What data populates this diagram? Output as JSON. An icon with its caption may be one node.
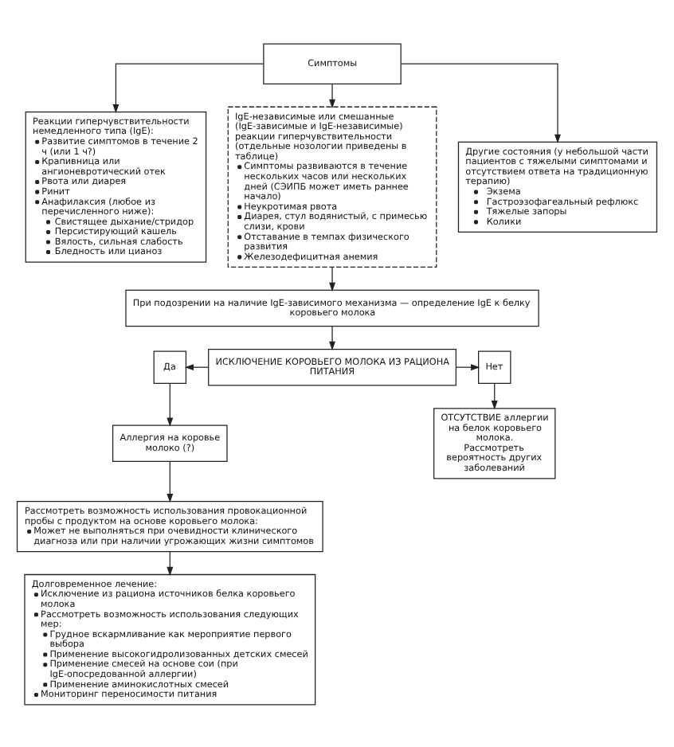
{
  "diagram": {
    "nodes": [
      {
        "text": [
          "Симптомы"
        ]
      },
      {
        "text": [
          "Реакции гиперчувствительности немедленного типа (IgE):",
          "Развитие симптомов в течение 2 ч (или 1 ч?)",
          "Крапивница или ангионевротический отек",
          "Рвота или диарея",
          "Ринит",
          "Анафилаксия (любое из перечисленного ниже):",
          "Свистящее дыхание/стридор",
          "Персистирующий кашель",
          "Вялость, сильная слабость",
          "Бледность или цианоз"
        ]
      },
      {
        "text": [
          "IgE-независимые или смешанные (IgE-зависимые и IgE-независимые) реакции гиперчувствительности (отдельные нозологии приведены в таблице)",
          "Симптомы развиваются в течение нескольких часов или нескольких дней (СЭИПБ может иметь раннее начало)",
          "Неукротимая рвота",
          "Диарея, стул водянистый, с примесью слизи, крови",
          "Отставание в темпах физического развития",
          "Железодефицитная анемия"
        ]
      },
      {
        "text": [
          "Другие состояния (у небольшой части пациентов с тяжелыми симптомами и отсутствием ответа на традиционную терапию)",
          "Экзема",
          "Гастроэзофагеальный рефлюкс",
          "Тяжелые запоры",
          "Колики"
        ]
      },
      {
        "text": [
          "При подозрении на наличие IgE-зависимого механизма — определение IgE к белку коровьего молока"
        ]
      },
      {
        "text": [
          "ИСКЛЮЧЕНИЕ КОРОВЬЕГО МОЛОКА ИЗ РАЦИОНА ПИТАНИЯ"
        ]
      },
      {
        "text": [
          "Да"
        ]
      },
      {
        "text": [
          "Нет"
        ]
      },
      {
        "text": [
          "Аллергия на коровье молоко (?)"
        ]
      },
      {
        "text": [
          "ОТСУТСТВИЕ аллергии на белок коровьего молока.",
          "Рассмотреть вероятность других заболеваний"
        ]
      },
      {
        "text": [
          "Рассмотреть возможность использования провокационной пробы с продуктом на основе коровьего молока:",
          "Может не выполняться при очевидности клинического диагноза или при наличии угрожающих жизни симптомов"
        ]
      },
      {
        "text": [
          "Долговременное лечение:",
          "Исключение из рациона источников белка коровьего молока",
          "Рассмотреть возможность использования следующих мер:",
          "Грудное вскармливание как мероприятие первого выбора",
          "Применение высокогидролизованных детских смесей",
          "Применение смесей на основе сои (при IgE-опосредованной аллергии)",
          "Применение аминокислотных смесей",
          "Мониторинг переносимости питания"
        ]
      }
    ],
    "edges": [
      {
        "from": 0,
        "to": 1,
        "arrow": "to"
      },
      {
        "from": 0,
        "to": 2,
        "arrow": "to"
      },
      {
        "from": 0,
        "to": 3,
        "arrow": "to"
      },
      {
        "from": 2,
        "to": 4,
        "arrow": "to"
      },
      {
        "from": 4,
        "to": 5,
        "arrow": "to"
      },
      {
        "from": 5,
        "to": 6,
        "arrow": "to"
      },
      {
        "from": 5,
        "to": 7,
        "arrow": "to"
      },
      {
        "from": 6,
        "to": 8,
        "arrow": "to"
      },
      {
        "from": 7,
        "to": 9,
        "arrow": "to"
      },
      {
        "from": 8,
        "to": 10,
        "arrow": "to"
      },
      {
        "from": 10,
        "to": 11,
        "arrow": "to"
      }
    ]
  }
}
